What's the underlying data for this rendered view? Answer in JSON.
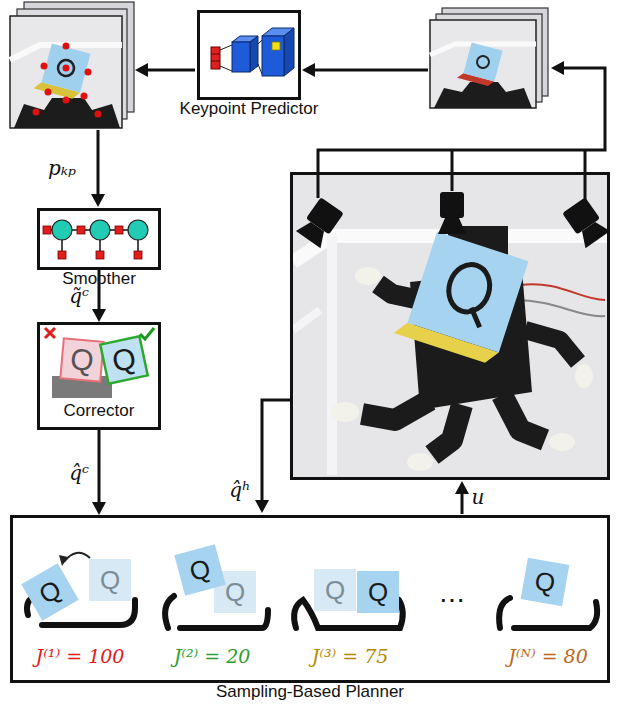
{
  "diagram": {
    "nodes": [
      {
        "text": [
          "Keypoint Predictor"
        ]
      },
      {
        "text": [
          "Smoother"
        ]
      },
      {
        "text": [
          "Corrector"
        ]
      },
      {
        "text": [
          "Sampling-Based Planner"
        ]
      }
    ],
    "edges": [
      {
        "from": 1,
        "to": 2,
        "arrow": "to",
        "label": "q̃ᶜ"
      },
      {
        "from": 2,
        "to": 3,
        "arrow": "to",
        "label": "q̂ᶜ"
      }
    ],
    "labels": [
      "pₖₚ",
      "Q",
      "Q",
      "q̂ʰ",
      "u",
      "Q",
      "Q",
      "Q",
      "Q",
      "J⁽¹⁾ = 100",
      "J⁽²⁾ = 20",
      "Q",
      "Q",
      "J⁽³⁾ = 75",
      "⋯",
      "Q",
      "J⁽ᴺ⁾ = 80"
    ]
  }
}
